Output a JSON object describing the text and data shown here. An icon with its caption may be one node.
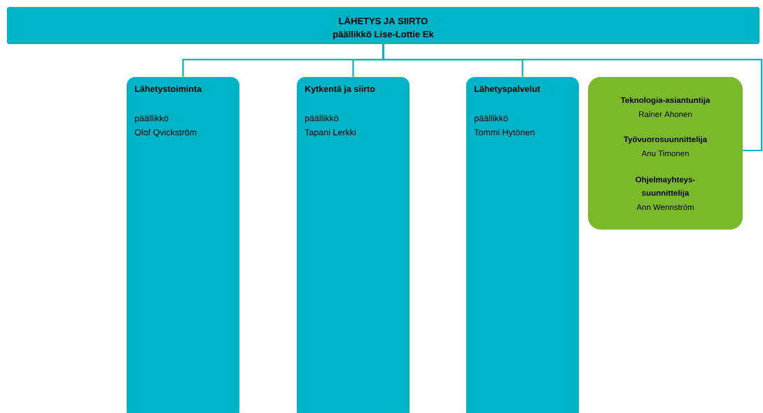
{
  "diagram": {
    "nodes": [
      {
        "text": [
          "LÄHETYS JA SIIRTO",
          "päällikkö Lise-Lottie Ek"
        ]
      },
      {
        "text": [
          "Lähetystoiminta",
          "päällikkö",
          "Olof Qvickström"
        ]
      },
      {
        "text": [
          "Kytkentä ja siirto",
          "päällikkö",
          "Tapani Lerkki"
        ]
      },
      {
        "text": [
          "Lähetyspalvelut",
          "päällikkö",
          "Tommi Hytönen"
        ]
      },
      {
        "text": [
          "Teknologia-asiantuntija",
          "Rainer Ahonen",
          "Työvuorosuunnittelija",
          "Anu Timonen",
          "Ohjelmayhteys-suunnittelija",
          "Ann Wennström"
        ]
      }
    ],
    "edges": [
      {
        "from": 0,
        "to": 1,
        "arrow": "none"
      },
      {
        "from": 0,
        "to": 2,
        "arrow": "none"
      },
      {
        "from": 0,
        "to": 3,
        "arrow": "none"
      },
      {
        "from": 0,
        "to": 4,
        "arrow": "none"
      }
    ]
  }
}
